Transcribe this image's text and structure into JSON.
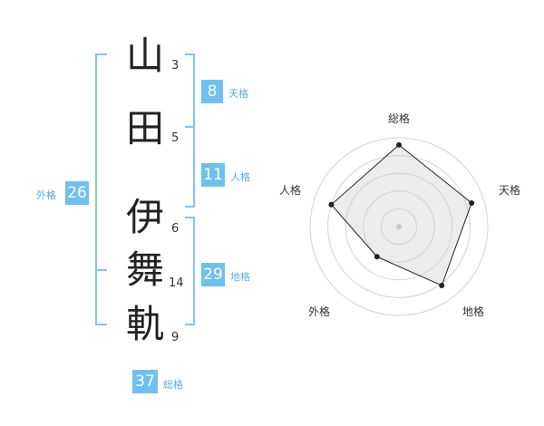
{
  "name": {
    "chars": [
      {
        "char": "山",
        "strokes": "3"
      },
      {
        "char": "田",
        "strokes": "5"
      },
      {
        "char": "伊",
        "strokes": "6"
      },
      {
        "char": "舞",
        "strokes": "14"
      },
      {
        "char": "軌",
        "strokes": "9"
      }
    ]
  },
  "fortunes": {
    "tenkaku": {
      "value": "8",
      "label": "天格"
    },
    "jinkaku": {
      "value": "11",
      "label": "人格"
    },
    "chikaku": {
      "value": "29",
      "label": "地格"
    },
    "gaikaku": {
      "value": "26",
      "label": "外格"
    },
    "soukaku": {
      "value": "37",
      "label": "総格"
    }
  },
  "colors": {
    "accent": "#6ec1ee",
    "bracket": "#7ec6f0",
    "label": "#5aaee0"
  },
  "chart_data": {
    "type": "radar",
    "axes": [
      "総格",
      "天格",
      "地格",
      "外格",
      "人格"
    ],
    "values": [
      0.92,
      0.86,
      0.82,
      0.42,
      0.8
    ],
    "grid": true
  }
}
